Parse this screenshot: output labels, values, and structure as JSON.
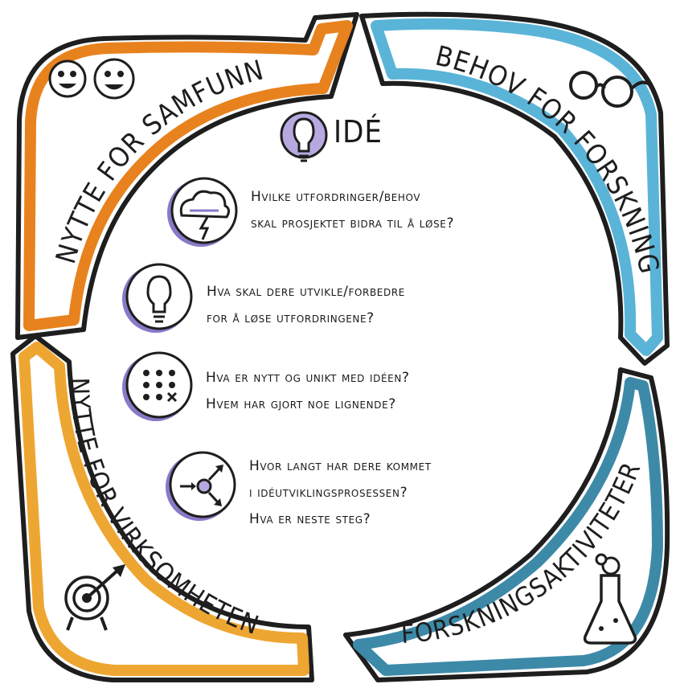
{
  "diagram": {
    "center_title": "IDÉ",
    "arrows": [
      {
        "label": "NYTTE FOR SAMFUNN",
        "color": "#e8821e"
      },
      {
        "label": "BEHOV FOR FORSKNING",
        "color": "#5ab4d8"
      },
      {
        "label": "FORSKNINGSAKTIVITETER",
        "color": "#3d8aa8"
      },
      {
        "label": "NYTTE FOR VIRKSOMHETEN",
        "color": "#eea632"
      }
    ],
    "questions": [
      {
        "lines": [
          "Hvilke utfordringer/behov",
          "skal prosjektet bidra til å løse?"
        ],
        "icon": "storm-cloud-icon"
      },
      {
        "lines": [
          "Hva skal dere utvikle/forbedre",
          "for å løse utfordringene?"
        ],
        "icon": "lightbulb-icon"
      },
      {
        "lines": [
          "Hva er nytt og unikt med idéen?",
          "Hvem har gjort noe lignende?"
        ],
        "icon": "dot-grid-icon"
      },
      {
        "lines": [
          "Hvor langt har dere kommet",
          "i idéutviklingsprosessen?",
          "Hva er neste steg?"
        ],
        "icon": "process-arrows-icon"
      }
    ],
    "accent_purple": "#8a78c8",
    "outline_color": "#1e1e1e"
  }
}
